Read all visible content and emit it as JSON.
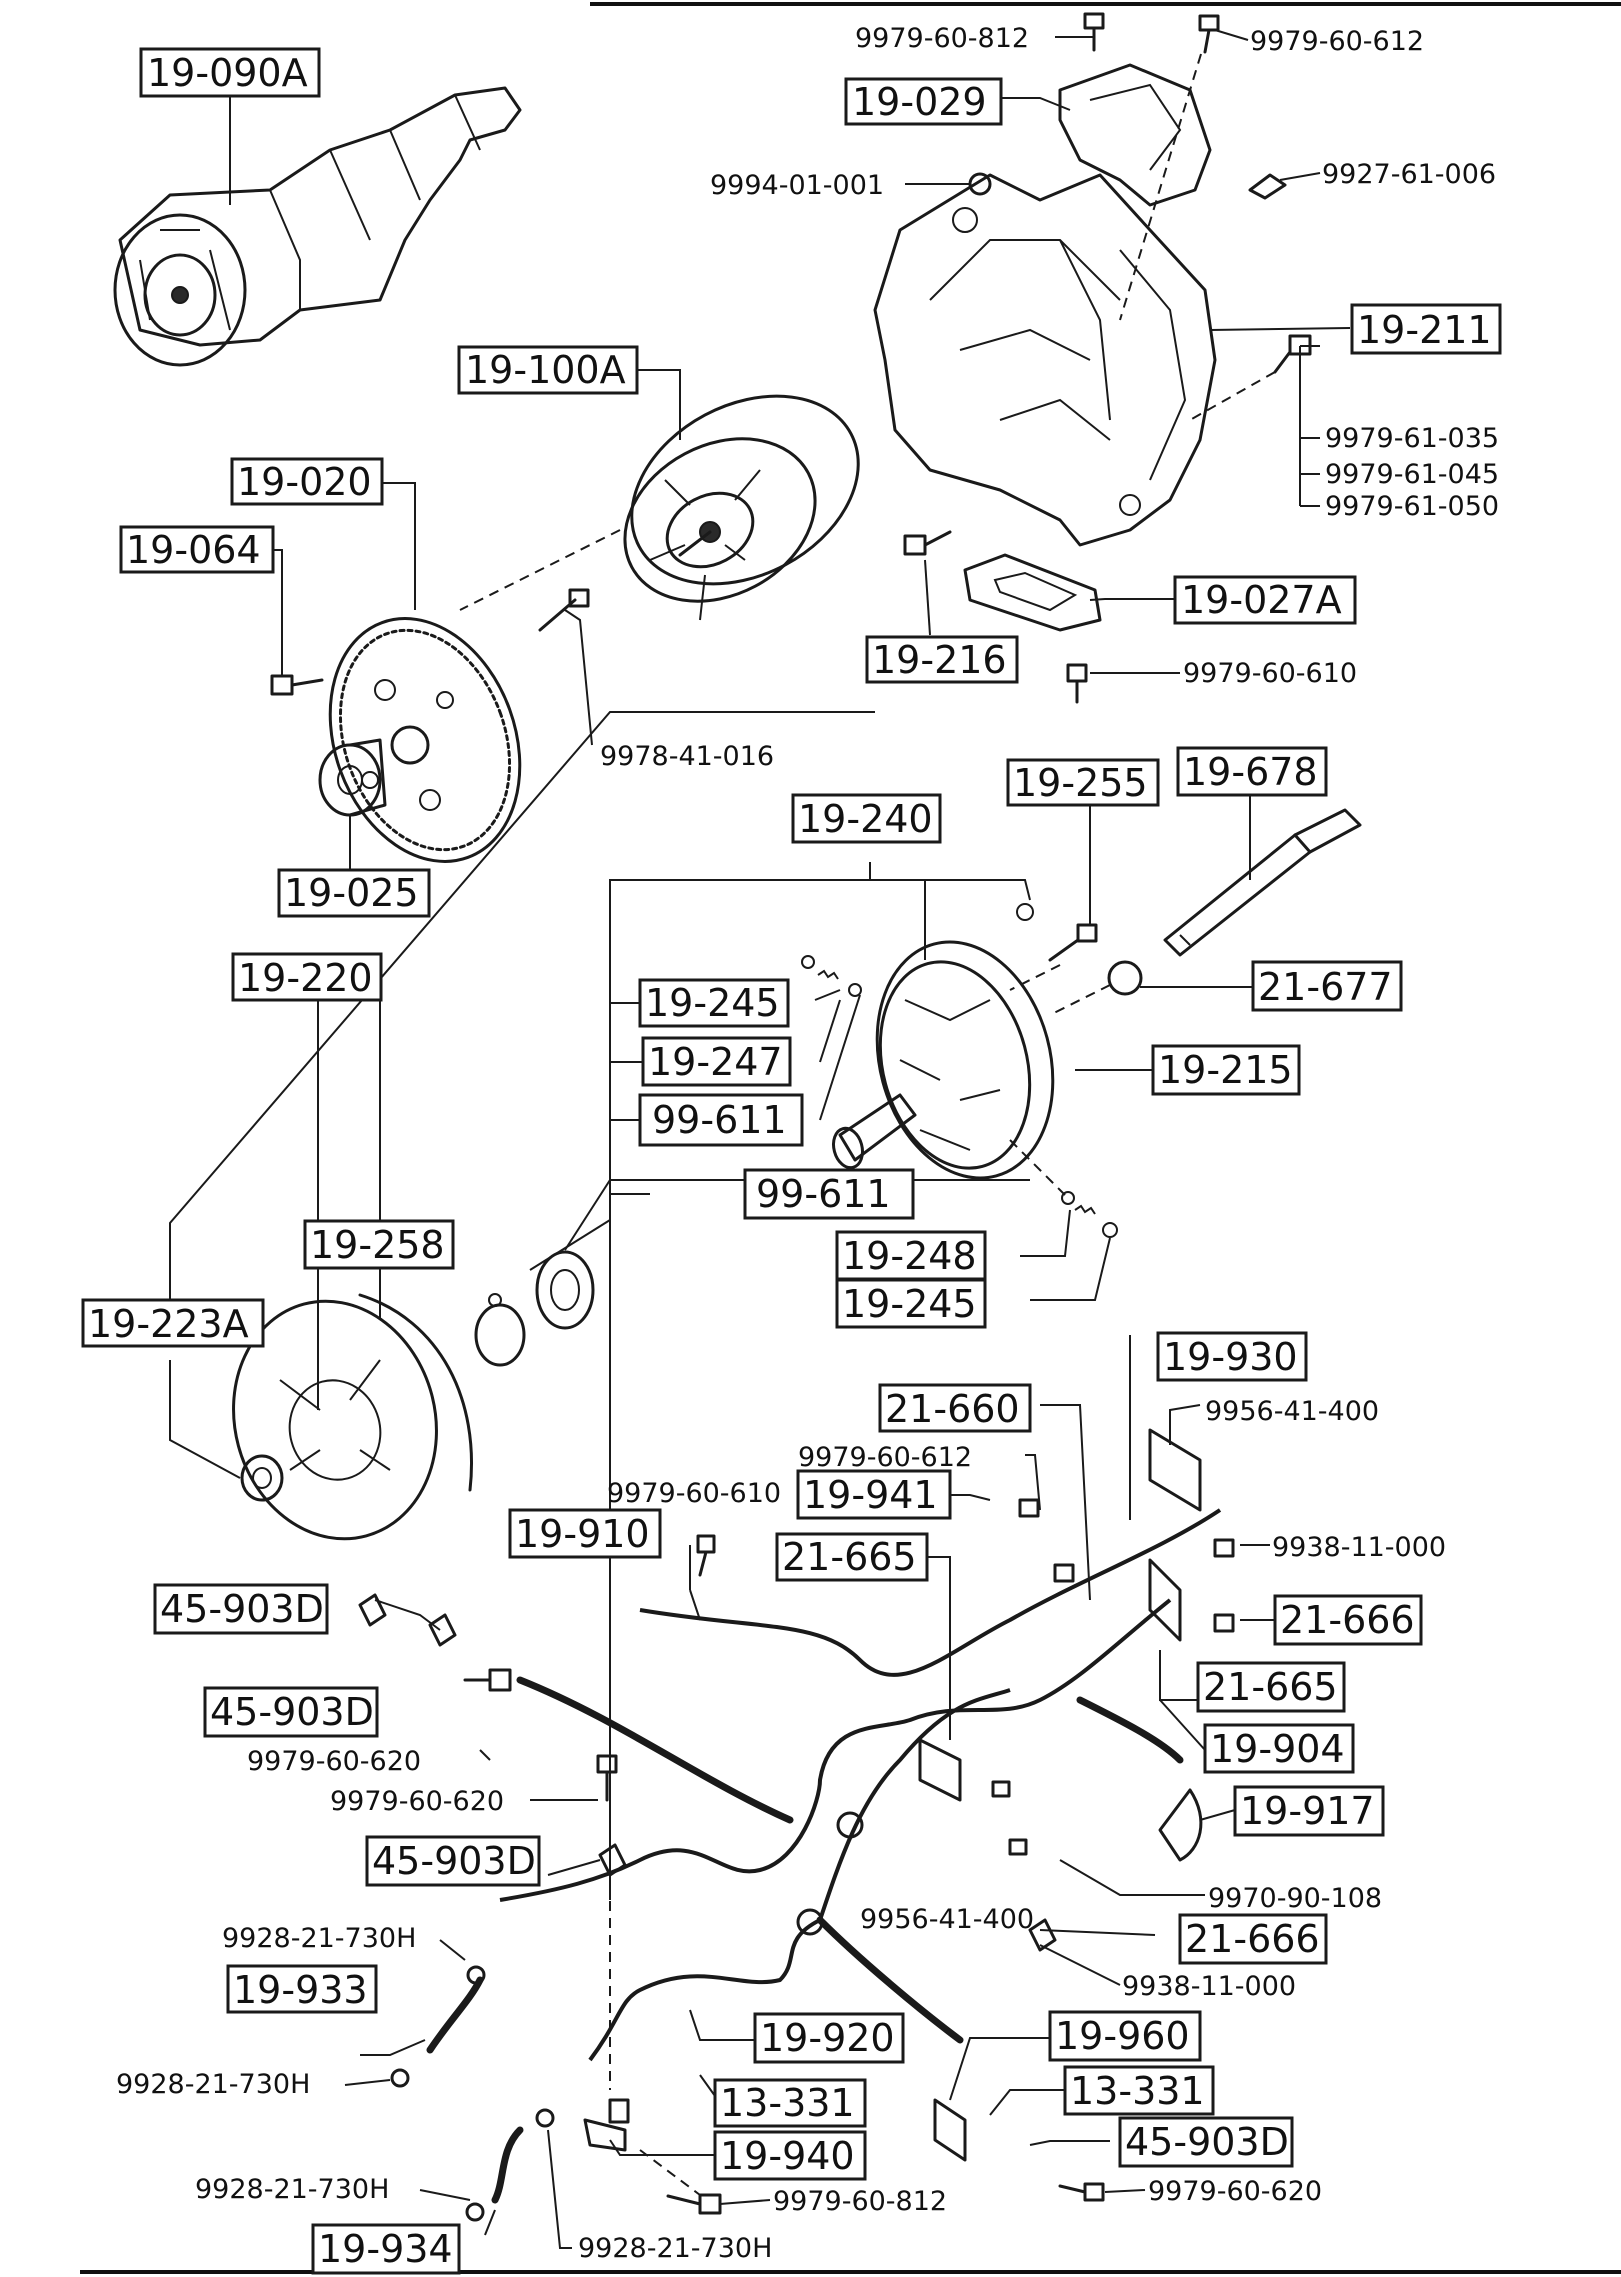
{
  "refs": {
    "r19_090A": "19-090A",
    "r19_029": "19-029",
    "r19_211": "19-211",
    "r19_100A": "19-100A",
    "r19_020": "19-020",
    "r19_064": "19-064",
    "r19_027A": "19-027A",
    "r19_216": "19-216",
    "r19_025": "19-025",
    "r19_255": "19-255",
    "r19_678": "19-678",
    "r19_240": "19-240",
    "r19_220": "19-220",
    "r21_677": "21-677",
    "r19_245a": "19-245",
    "r19_247": "19-247",
    "r19_215": "19-215",
    "r99_611a": "99-611",
    "r99_611b": "99-611",
    "r19_258": "19-258",
    "r19_248": "19-248",
    "r19_245b": "19-245",
    "r19_223A": "19-223A",
    "r19_930": "19-930",
    "r21_660": "21-660",
    "r19_941": "19-941",
    "r19_910": "19-910",
    "r21_665a": "21-665",
    "r45_903Da": "45-903D",
    "r21_666a": "21-666",
    "r21_665b": "21-665",
    "r45_903Db": "45-903D",
    "r19_904": "19-904",
    "r19_917": "19-917",
    "r45_903Dc": "45-903D",
    "r21_666b": "21-666",
    "r19_933": "19-933",
    "r19_920": "19-920",
    "r19_960": "19-960",
    "r13_331a": "13-331",
    "r13_331b": "13-331",
    "r45_903Dd": "45-903D",
    "r19_940": "19-940",
    "r19_934": "19-934"
  },
  "parts": {
    "p_9979_60_812a": "9979-60-812",
    "p_9979_60_612a": "9979-60-612",
    "p_9994_01_001": "9994-01-001",
    "p_9927_61_006": "9927-61-006",
    "p_9979_61_035": "9979-61-035",
    "p_9979_61_045": "9979-61-045",
    "p_9979_61_050": "9979-61-050",
    "p_9979_60_610a": "9979-60-610",
    "p_9978_41_016": "9978-41-016",
    "p_9956_41_400a": "9956-41-400",
    "p_9979_60_612b": "9979-60-612",
    "p_9979_60_610b": "9979-60-610",
    "p_9938_11_000a": "9938-11-000",
    "p_9979_60_620a": "9979-60-620",
    "p_9979_60_620b": "9979-60-620",
    "p_9970_90_108": "9970-90-108",
    "p_9956_41_400b": "9956-41-400",
    "p_9928_21_730Ha": "9928-21-730H",
    "p_9938_11_000b": "9938-11-000",
    "p_9928_21_730Hb": "9928-21-730H",
    "p_9928_21_730Hc": "9928-21-730H",
    "p_9979_60_812b": "9979-60-812",
    "p_9979_60_620c": "9979-60-620",
    "p_9928_21_730Hd": "9928-21-730H"
  }
}
